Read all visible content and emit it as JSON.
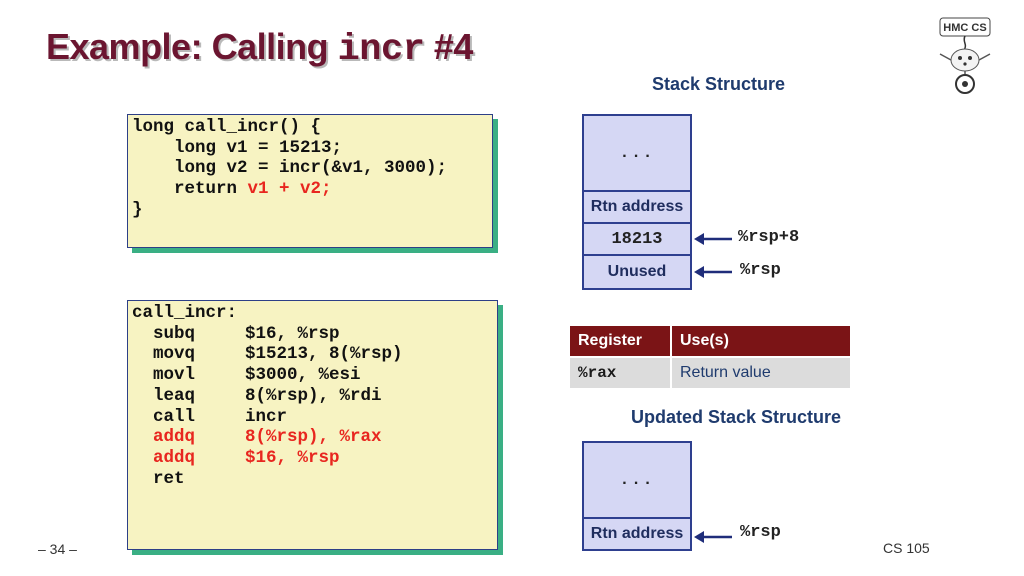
{
  "title": {
    "text": "Example: Calling ",
    "code": "incr",
    "suffix": " #4"
  },
  "logo": {
    "icon": "hmc-cs-mascot-logo",
    "text": "HMC CS"
  },
  "code_c": {
    "lines": [
      "long call_incr() {",
      "    long v1 = 15213;",
      "    long v2 = incr(&v1, 3000);",
      "    return ",
      "}"
    ],
    "highlight": "v1 + v2;",
    "highlight_color": "#e8261f"
  },
  "code_asm": {
    "label": "call_incr:",
    "lines": [
      {
        "op": "subq",
        "args": "$16, %rsp"
      },
      {
        "op": "movq",
        "args": "$15213, 8(%rsp)"
      },
      {
        "op": "movl",
        "args": "$3000, %esi"
      },
      {
        "op": "leaq",
        "args": "8(%rsp), %rdi"
      },
      {
        "op": "call",
        "args": "incr"
      },
      {
        "op": "addq",
        "args": "8(%rsp), %rax"
      },
      {
        "op": "addq",
        "args": "$16, %rsp"
      },
      {
        "op": "ret",
        "args": ""
      }
    ],
    "highlight_color": "#e8261f"
  },
  "stack": {
    "title": "Stack Structure",
    "cells": {
      "dots": "...",
      "rtn": "Rtn address",
      "value": "18213",
      "unused": "Unused"
    },
    "pointers": {
      "rsp8": "%rsp+8",
      "rsp": "%rsp"
    }
  },
  "register_table": {
    "headers": [
      "Register",
      "Use(s)"
    ],
    "rows": [
      [
        "%rax",
        "Return value"
      ]
    ],
    "header_color": "#7b1416"
  },
  "updated_stack": {
    "title": "Updated Stack Structure",
    "cells": {
      "dots": "...",
      "rtn": "Rtn address"
    },
    "pointers": {
      "rsp": "%rsp"
    }
  },
  "footer": {
    "page": "– 34 –",
    "course": "CS 105"
  }
}
